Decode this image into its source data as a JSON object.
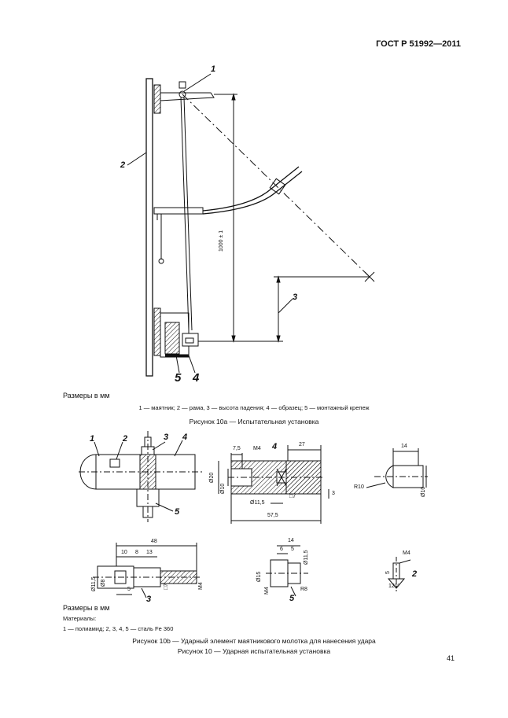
{
  "header": {
    "standard_id": "ГОСТ Р 51992—2011"
  },
  "fig10a": {
    "labels": [
      "1",
      "2",
      "3",
      "4",
      "5"
    ],
    "dim_height": "1000 ± 1",
    "units": "Размеры в мм",
    "legend": "1 — маятник; 2 — рама, 3 — высота падения; 4 — образец; 5 — монтажный крепеж",
    "caption": "Рисунок 10а — Испытательная установка"
  },
  "fig10b": {
    "top_left_labels": [
      "1",
      "2",
      "3",
      "4",
      "5"
    ],
    "center": {
      "d1": "7,5",
      "d2": "M4",
      "d3": "27",
      "d4": "Ø20",
      "d5": "Ø10",
      "d6": "Ø11,5",
      "d7": "□7",
      "d8": "3",
      "d9": "57,5",
      "label": "4"
    },
    "right": {
      "d1": "14",
      "d2": "R10",
      "d3": "Ø10"
    },
    "bottom_left": {
      "d1": "48",
      "d2": "10",
      "d3": "8",
      "d4": "13",
      "d5": "Ø11,5",
      "d6": "Ø8",
      "d7": "5",
      "d8": "□7",
      "d9": "M4",
      "label": "3"
    },
    "bottom_center": {
      "d1": "14",
      "d2": "6",
      "d3": "5",
      "d4": "Ø11,5",
      "d5": "Ø15",
      "d6": "M4",
      "d7": "R8",
      "label": "5"
    },
    "bottom_right": {
      "d1": "M4",
      "d2": "5",
      "d3": "120°",
      "label": "2"
    },
    "units": "Размеры в мм",
    "materials_title": "Материалы:",
    "materials": "1 — полиамид; 2, 3, 4, 5 — сталь Fe 360",
    "caption": "Рисунок 10b — Ударный элемент маятникового молотка  для нанесения  удара",
    "caption2": "Рисунок 10 — Ударная испытательная установка"
  },
  "page_number": "41"
}
